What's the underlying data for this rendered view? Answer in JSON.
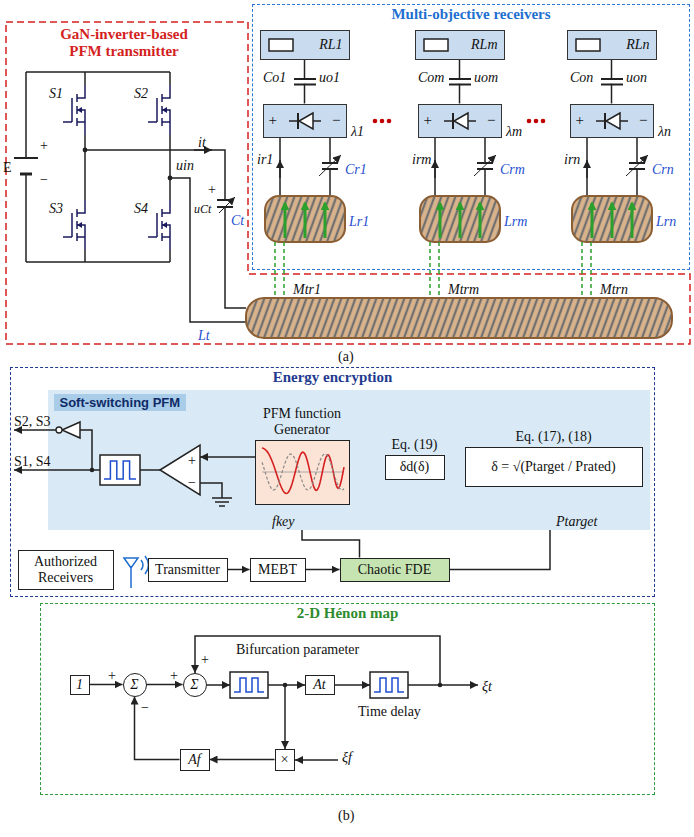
{
  "diagram": {
    "nodes": [
      {
        "text": [
          "GaN-inverter-based PFM transmitter"
        ]
      },
      {
        "text": [
          "Multi-objective receivers"
        ]
      },
      {
        "text": [
          "RL1"
        ],
        "in": 1
      },
      {
        "text": [
          "+",
          "−"
        ],
        "in": 1
      },
      {
        "text": [
          "RLm"
        ],
        "in": 1
      },
      {
        "text": [
          "+",
          "−"
        ],
        "in": 1
      },
      {
        "text": [
          "RLn"
        ],
        "in": 1
      },
      {
        "text": [
          "+",
          "−"
        ],
        "in": 1
      },
      {
        "text": [
          "Energy encryption"
        ]
      },
      {
        "text": [
          "Soft-switching PFM"
        ],
        "in": 8
      },
      {
        "text": [
          "PFM function Generator"
        ],
        "in": 9
      },
      {
        "text": [
          "Eq. (19)",
          "δd(δ)"
        ],
        "in": 9
      },
      {
        "text": [
          "Eq. (17), (18)",
          "δ = √(Ptarget / Prated)"
        ],
        "in": 9
      },
      {
        "text": [
          "Authorized Receivers"
        ],
        "in": 8
      },
      {
        "text": [
          "Transmitter"
        ],
        "in": 8
      },
      {
        "text": [
          "MEBT"
        ],
        "in": 8
      },
      {
        "text": [
          "Chaotic FDE"
        ],
        "in": 8
      },
      {
        "text": [
          "2-D Hénon map"
        ]
      },
      {
        "text": [
          "1"
        ],
        "in": 17
      },
      {
        "text": [
          "Σ"
        ],
        "in": 17
      },
      {
        "text": [
          "Σ"
        ],
        "in": 17
      },
      {
        "text": [
          "At"
        ],
        "in": 17
      },
      {
        "text": [
          "×"
        ],
        "in": 17
      },
      {
        "text": [
          "Af"
        ],
        "in": 17
      }
    ],
    "edges": [
      {
        "from": 2,
        "to": 3,
        "arrow": "none"
      },
      {
        "from": 4,
        "to": 5,
        "arrow": "none"
      },
      {
        "from": 6,
        "to": 7,
        "arrow": "none"
      },
      {
        "from": 14,
        "to": 15,
        "arrow": "to"
      },
      {
        "from": 15,
        "to": 16,
        "arrow": "to"
      },
      {
        "from": 16,
        "to": 10,
        "arrow": "to",
        "label": "fkey"
      },
      {
        "from": 16,
        "to": 12,
        "arrow": "to",
        "label": "Ptarget"
      },
      {
        "from": 12,
        "to": 11,
        "arrow": "to"
      },
      {
        "from": 11,
        "to": 10,
        "arrow": "to"
      },
      {
        "from": 18,
        "to": 19,
        "arrow": "to"
      },
      {
        "from": 19,
        "to": 20,
        "arrow": "to"
      },
      {
        "from": 22,
        "to": 23,
        "arrow": "to"
      },
      {
        "from": 23,
        "to": 19,
        "arrow": "to"
      }
    ],
    "labels": [
      "S1",
      "S2",
      "S3",
      "S4",
      "E",
      "+",
      "−",
      "it",
      "uin",
      "+",
      "uCt",
      "Ct",
      "Lt",
      "Mtr1",
      "Mtrm",
      "Mtrn",
      "Co1",
      "uo1",
      "Com",
      "uom",
      "Con",
      "uon",
      "λ1",
      "λm",
      "λn",
      "ir1",
      "irm",
      "irn",
      "Cr1",
      "Crm",
      "Crn",
      "Lr1",
      "Lrm",
      "Lrn",
      "(a)",
      "S2, S3",
      "S1, S4",
      "+",
      "−",
      "Bifurcation parameter",
      "Time delay",
      "ξt",
      "ξf",
      "+",
      "−",
      "+",
      "+",
      "(b)"
    ]
  }
}
